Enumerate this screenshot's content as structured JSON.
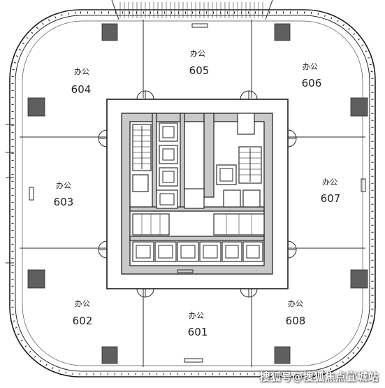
{
  "rooms": [
    {
      "id": "604",
      "label": "办公",
      "number": "604"
    },
    {
      "id": "605",
      "label": "办公",
      "number": "605"
    },
    {
      "id": "606",
      "label": "办公",
      "number": "606"
    },
    {
      "id": "603",
      "label": "办公",
      "number": "603"
    },
    {
      "id": "607",
      "label": "办公",
      "number": "607"
    },
    {
      "id": "602",
      "label": "办公",
      "number": "602"
    },
    {
      "id": "601",
      "label": "办公",
      "number": "601"
    },
    {
      "id": "608",
      "label": "办公",
      "number": "608"
    }
  ],
  "watermark": "搜狐号@搜狐焦点宜城站",
  "colors": {
    "line": "#1c1c1c",
    "core_band": "#c9c9c9",
    "column": "#5f5f5f",
    "background": "#ffffff"
  }
}
